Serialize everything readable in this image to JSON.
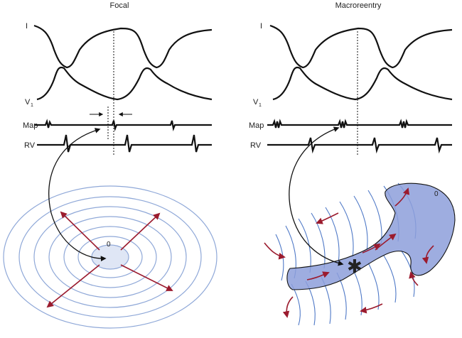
{
  "panels": {
    "focal": {
      "title": "Focal",
      "leads": {
        "lead1": "I",
        "v1_main": "V",
        "v1_sub": "1",
        "map": "Map",
        "rv": "RV"
      },
      "origin_label": "0"
    },
    "macro": {
      "title": "Macroreentry",
      "leads": {
        "lead1": "I",
        "v1_main": "V",
        "v1_sub": "1",
        "map": "Map",
        "rv": "RV"
      },
      "origin_label": "0",
      "marker": "✱"
    }
  },
  "colors": {
    "trace": "#111111",
    "isochrone": "#8fa8d8",
    "region_fill_light": "#dfe6f5",
    "region_fill": "#8d9fdb",
    "arrow": "#9b1b2e"
  },
  "icons": [
    "focal-origin",
    "reentry-circuit",
    "mapping-arrow"
  ]
}
